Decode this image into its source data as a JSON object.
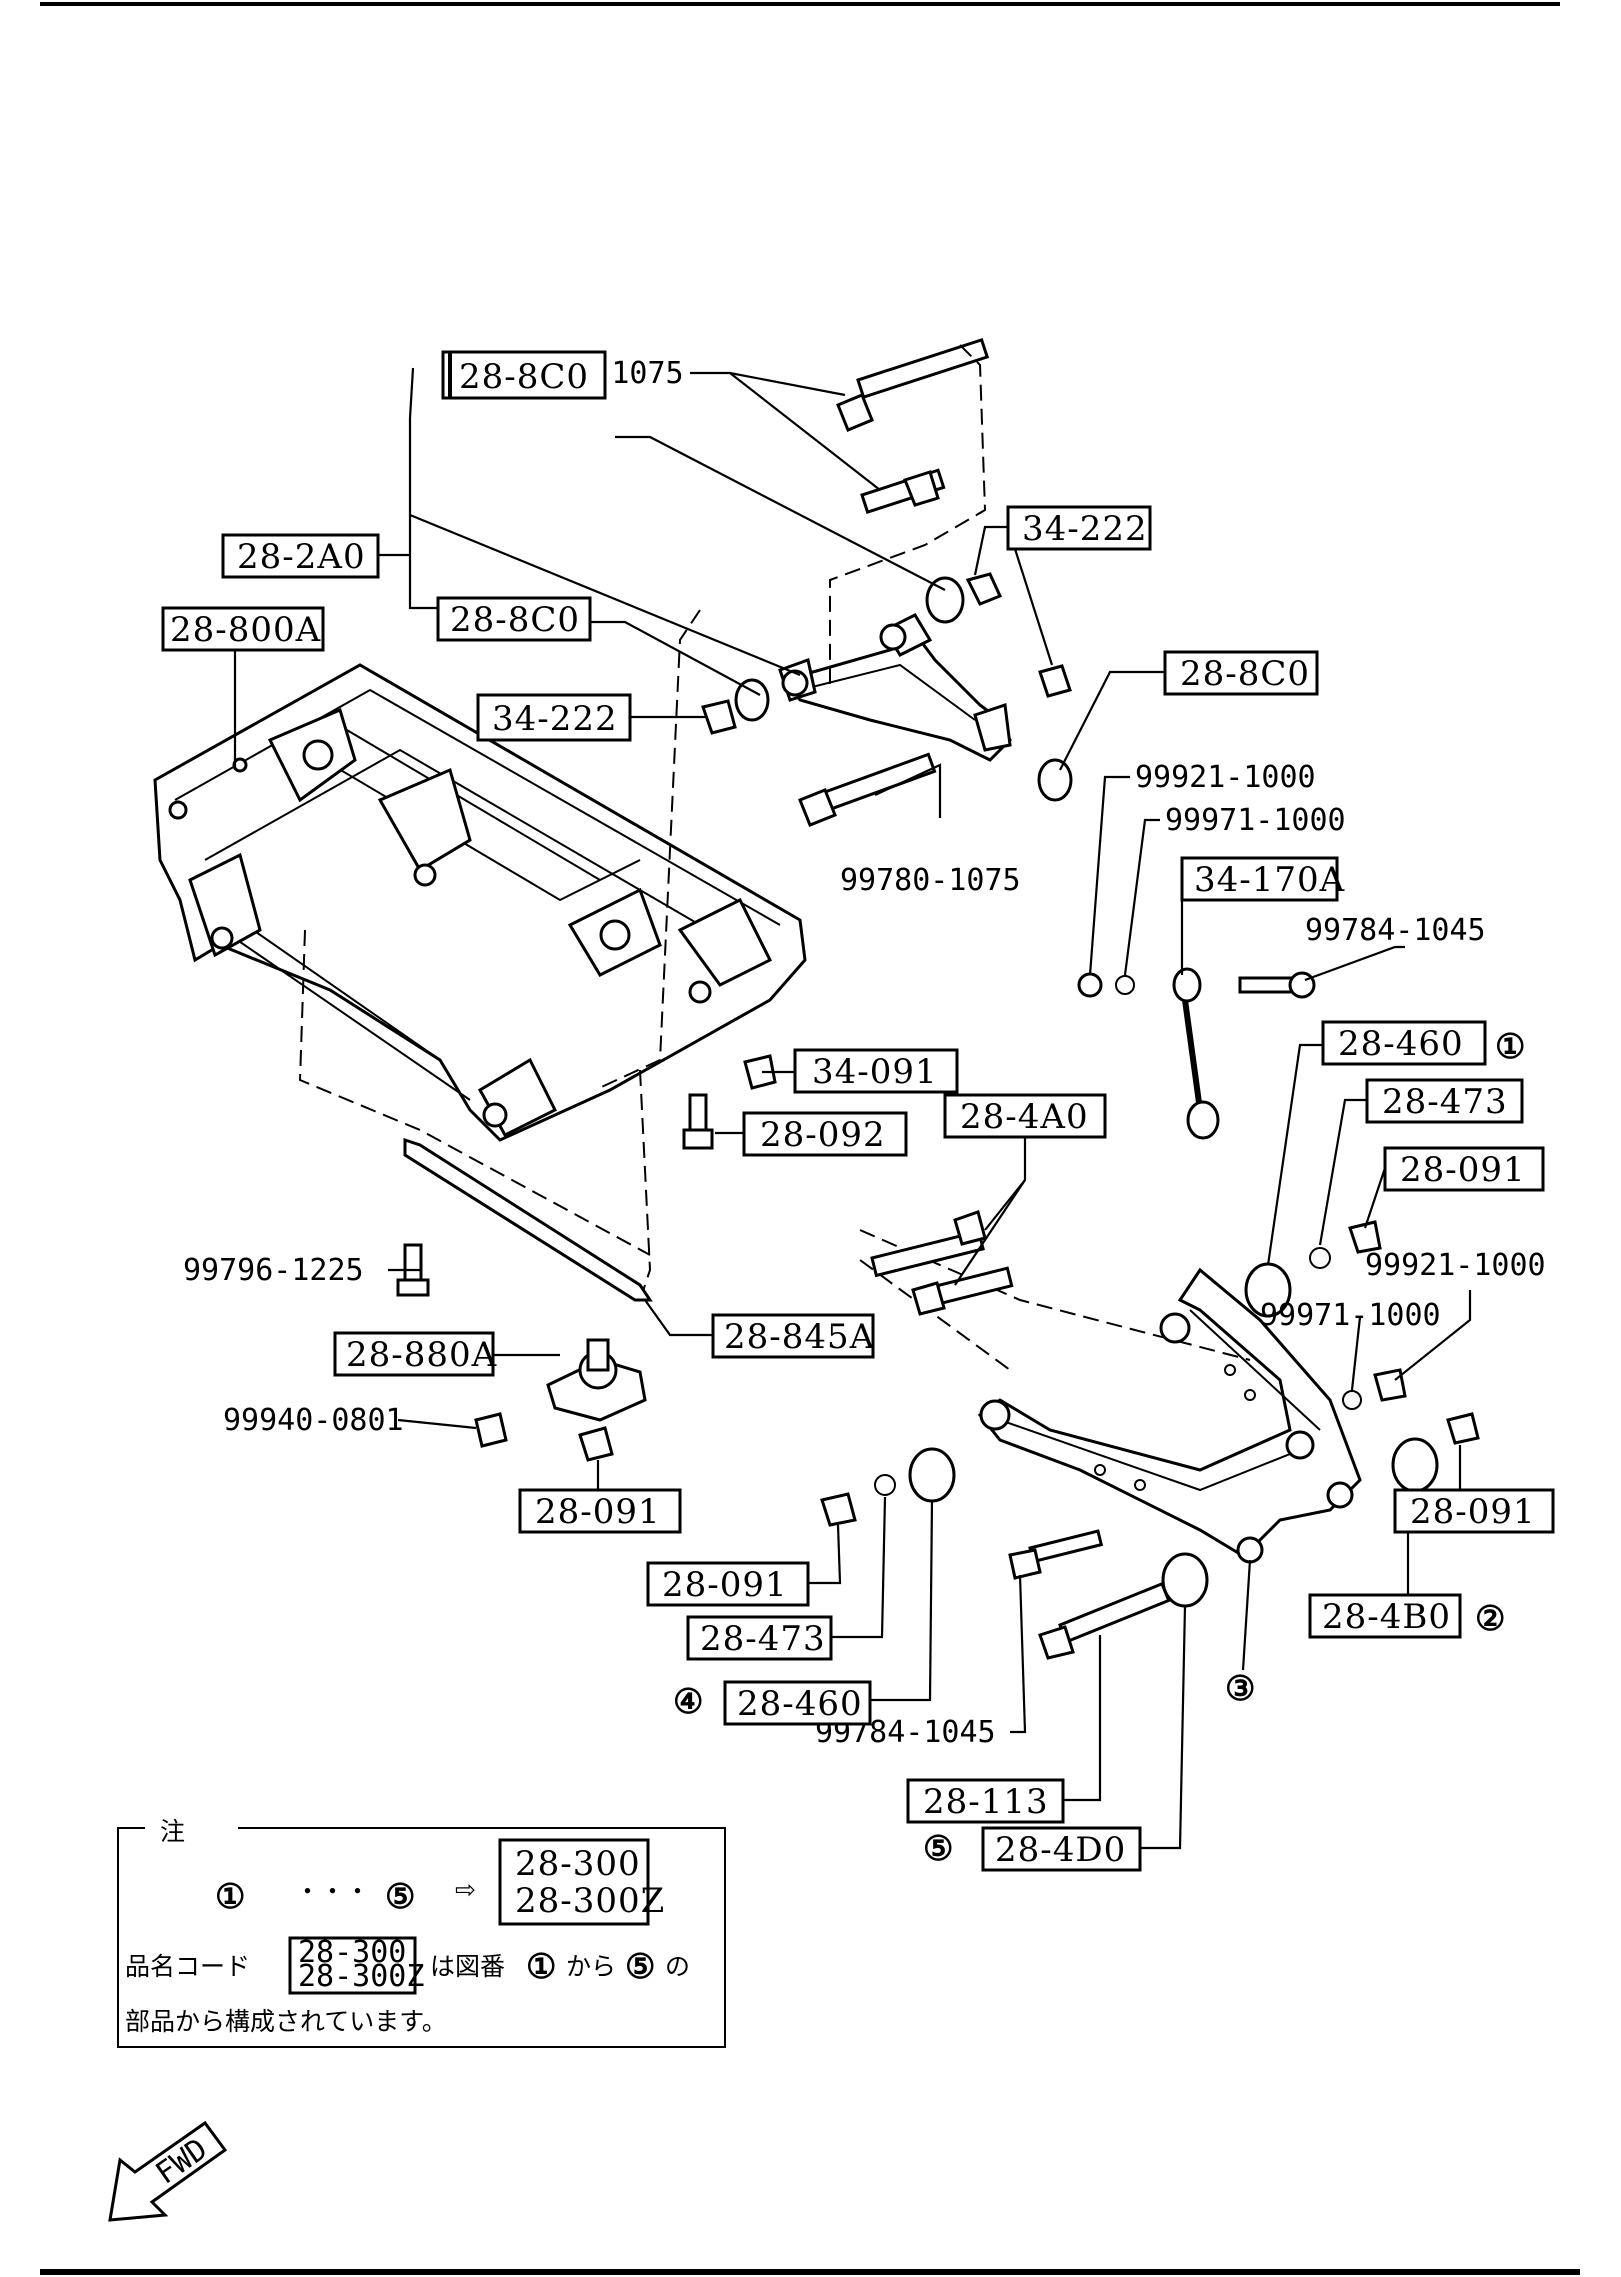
{
  "labels": {
    "bolt_99780_1075_top": "99780-1075",
    "bush_28_8c0_top": "28-8C0",
    "arm_28_2a0": "28-2A0",
    "crossmember_28_800a": "28-800A",
    "bush_28_8c0_mid": "28-8C0",
    "nut_34_222_right": "34-222",
    "nut_34_222_left": "34-222",
    "bush_28_8c0_right": "28-8C0",
    "bolt_99780_1075_lower": "99780-1075",
    "nut_99921_1000_a": "99921-1000",
    "washer_99971_1000_a": "99971-1000",
    "link_34_170a": "34-170A",
    "bolt_99784_1045_link": "99784-1045",
    "nut_34_091": "34-091",
    "bolt_28_092": "28-092",
    "bush_28_460_right": "28-460",
    "washer_28_473_right": "28-473",
    "nut_28_091_right": "28-091",
    "bolt_28_4a0": "28-4A0",
    "nut_99921_1000_b": "99921-1000",
    "washer_99971_1000_b": "99971-1000",
    "bolt_99796_1225": "99796-1225",
    "bracket_28_845a": "28-845A",
    "mount_28_880a": "28-880A",
    "nut_99940_0801": "99940-0801",
    "nut_28_091_mount": "28-091",
    "nut_28_091_far_right": "28-091",
    "nut_28_091_left": "28-091",
    "bush_28_4b0": "28-4B0",
    "washer_28_473_left": "28-473",
    "bush_28_460_left": "28-460",
    "bolt_99784_1045_arm": "99784-1045",
    "bolt_28_113": "28-113",
    "bush_28_4d0": "28-4D0"
  },
  "callouts": {
    "c1": "①",
    "c2": "②",
    "c3": "③",
    "c4": "④",
    "c5": "⑤"
  },
  "note": {
    "title": "注",
    "range_start": "①",
    "range_dots": "・・・",
    "range_end": "⑤",
    "arrow": "⇨",
    "assy_code_1": "28-300",
    "assy_code_2": "28-300Z",
    "line1_prefix": "品名コード",
    "line1_suffix_a": "は図番",
    "line1_from": "①",
    "line1_kara": "から",
    "line1_to": "⑤",
    "line1_no": "の",
    "line2": "部品から構成されています。"
  },
  "fwd": "FWD"
}
